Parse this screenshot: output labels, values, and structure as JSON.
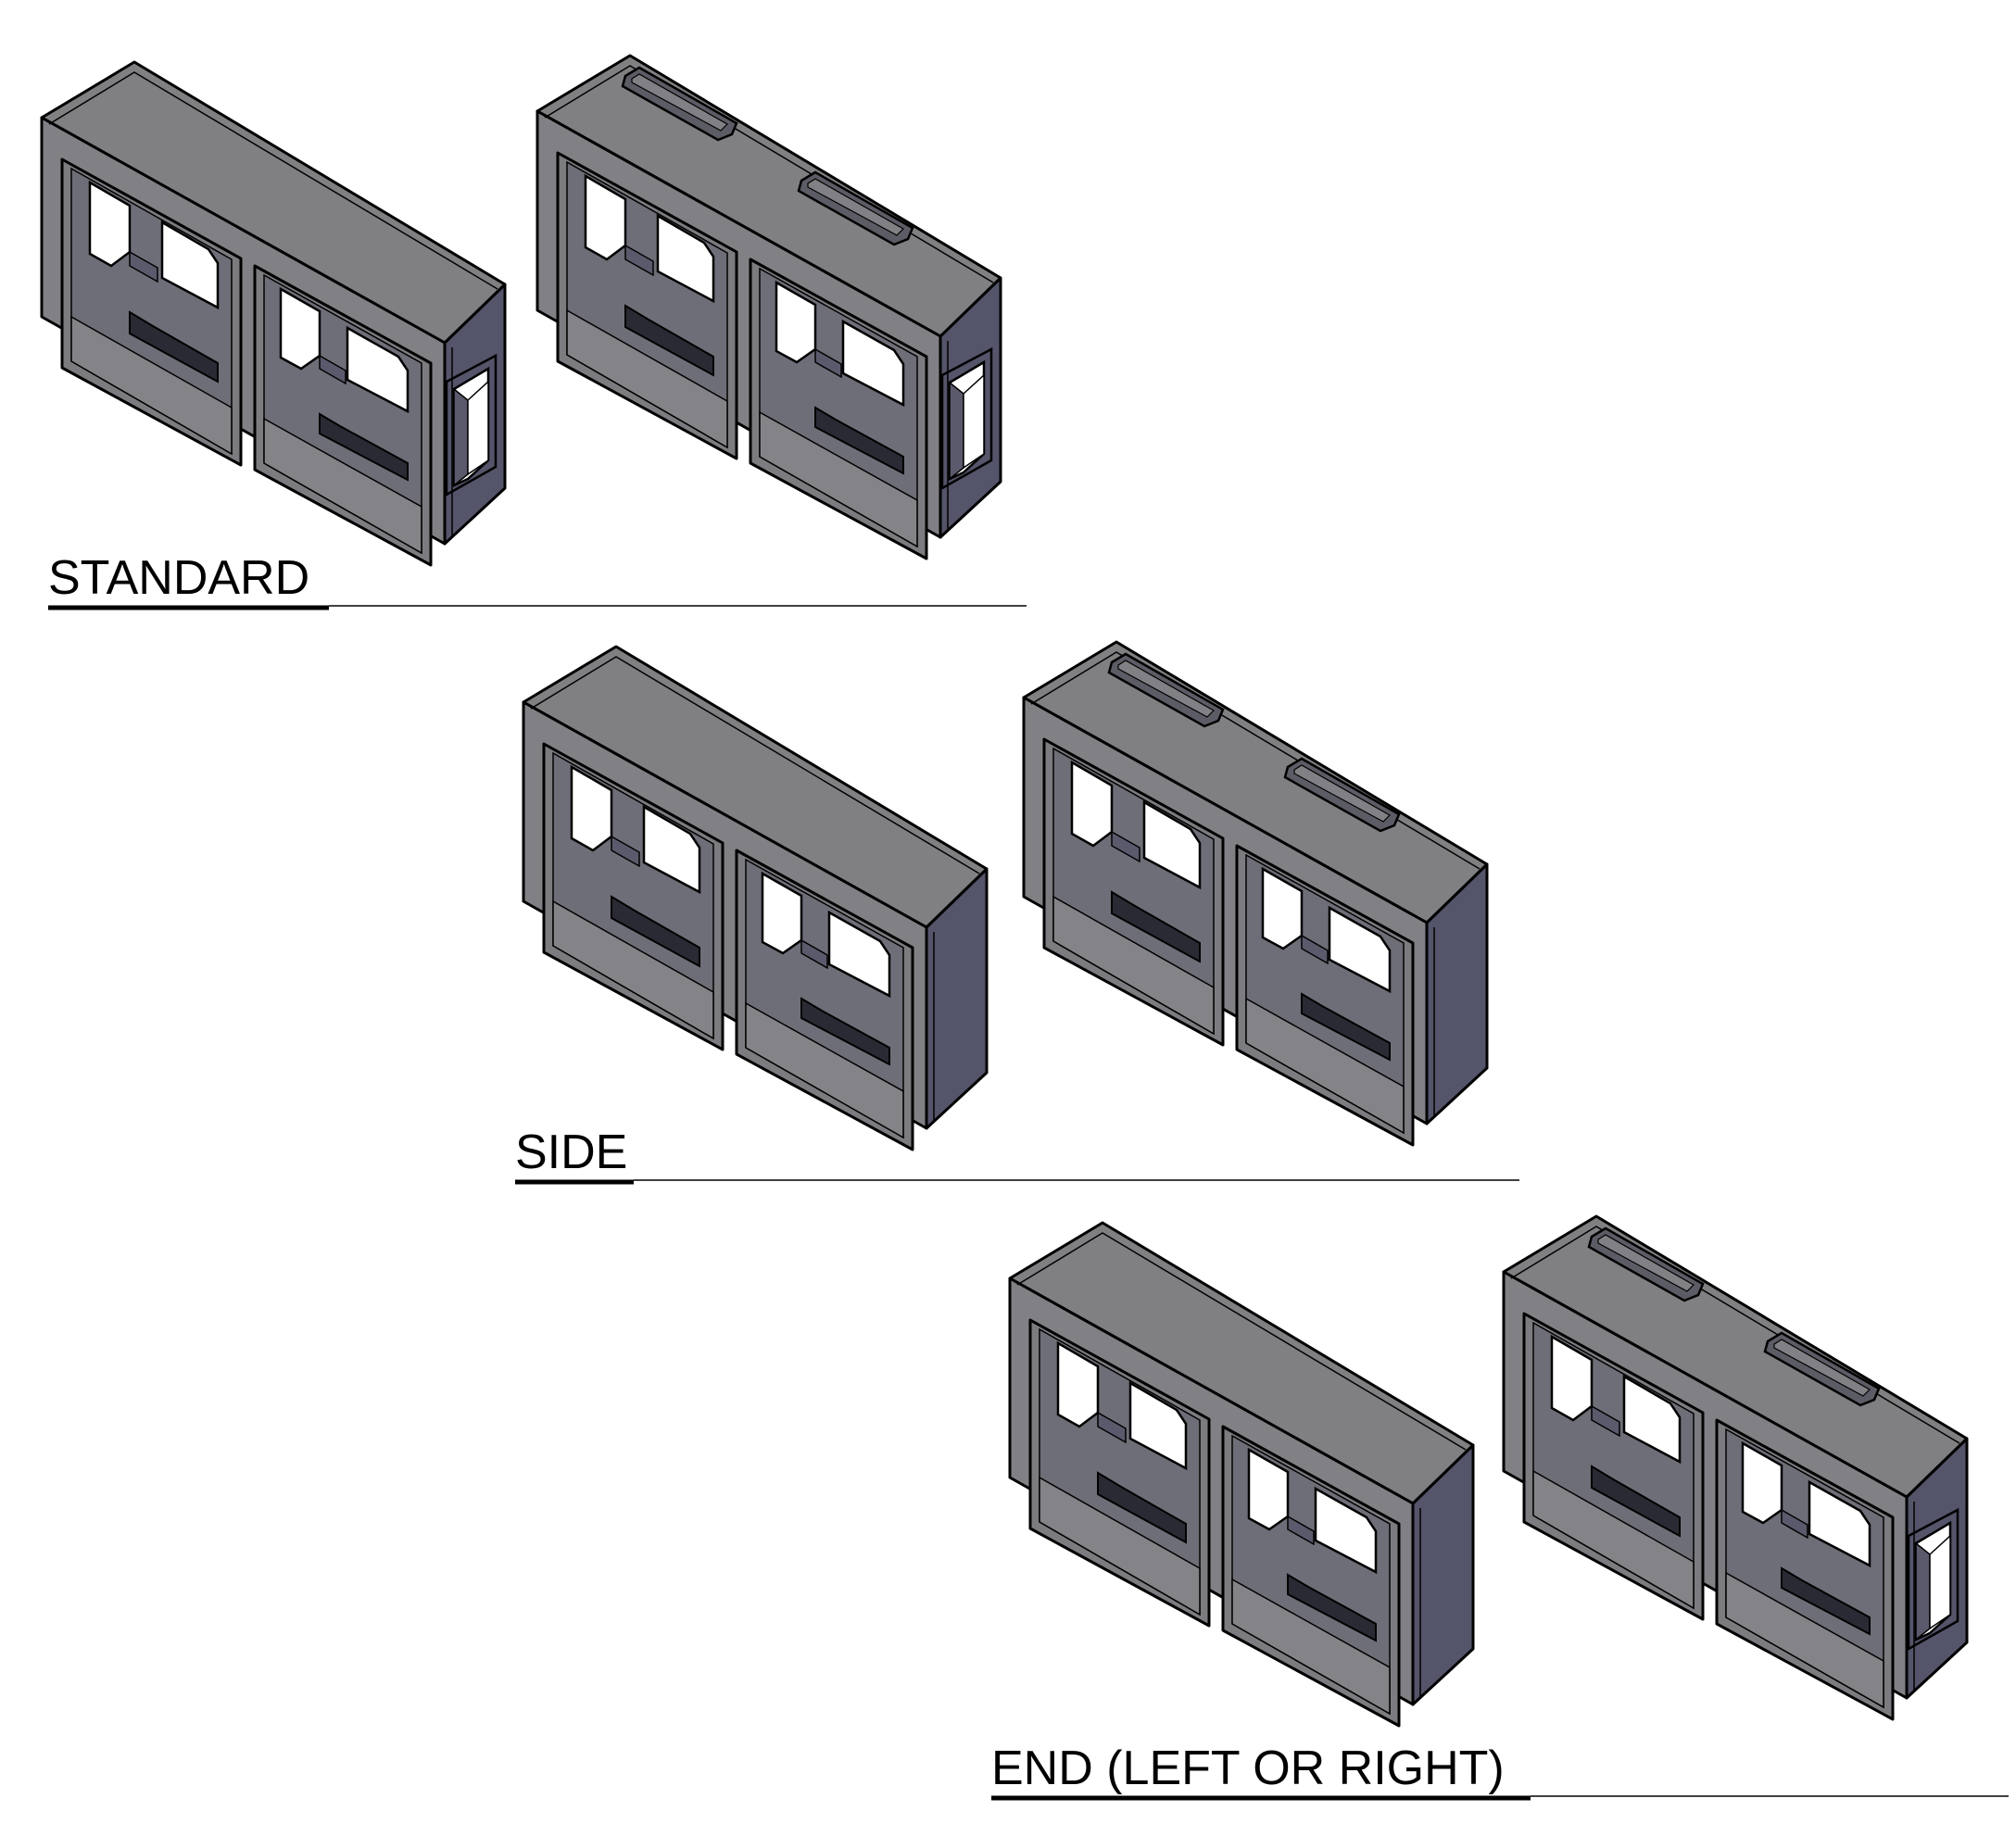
{
  "colors": {
    "top_face": "#808082",
    "front_face": "#818185",
    "side_face": "#54546a",
    "inner_shadow": "#5a5a6c",
    "outline": "#000000",
    "background": "#ffffff"
  },
  "groups": [
    {
      "label": "STANDARD",
      "blocks": [
        {
          "name": "block-standard-left",
          "top_slots": false,
          "side_opening": true
        },
        {
          "name": "block-standard-right",
          "top_slots": true,
          "side_opening": true
        }
      ]
    },
    {
      "label": "SIDE",
      "blocks": [
        {
          "name": "block-side-left",
          "top_slots": false,
          "side_opening": false
        },
        {
          "name": "block-side-right",
          "top_slots": true,
          "side_opening": false
        }
      ]
    },
    {
      "label": "END (LEFT OR RIGHT)",
      "blocks": [
        {
          "name": "block-end-left",
          "top_slots": false,
          "side_opening": false
        },
        {
          "name": "block-end-right",
          "top_slots": true,
          "side_opening": true
        }
      ]
    }
  ]
}
